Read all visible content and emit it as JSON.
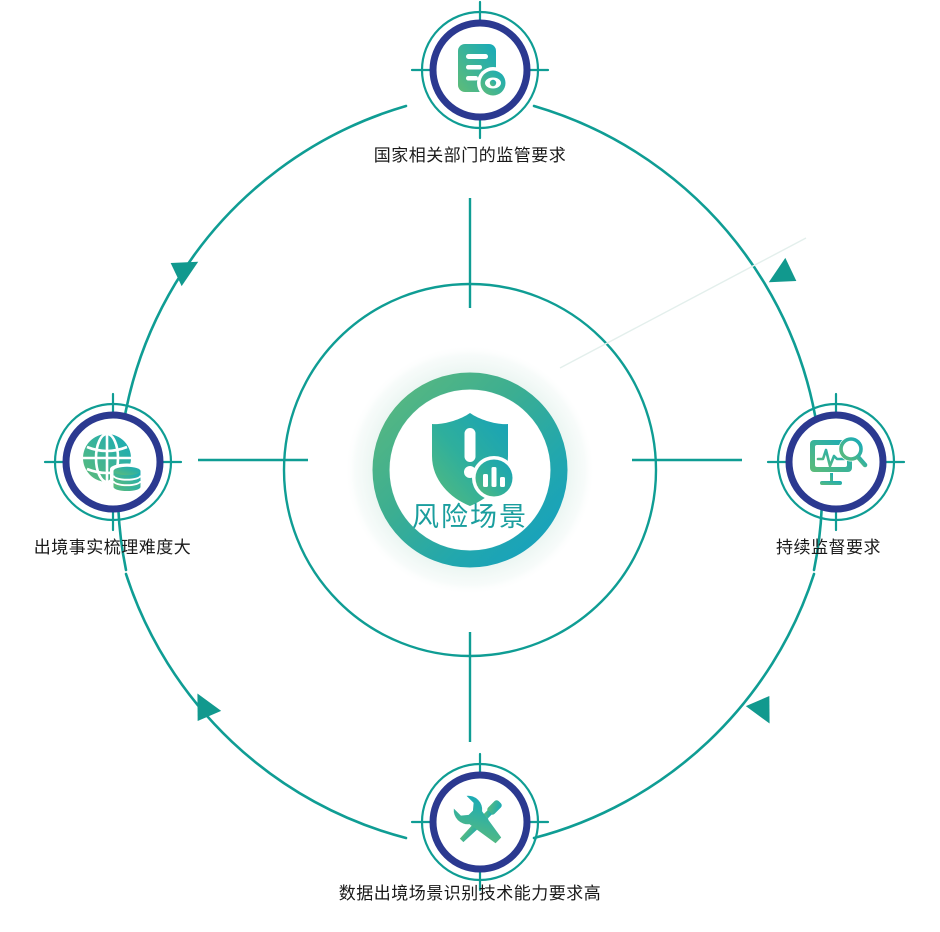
{
  "diagram": {
    "title": "风险场景",
    "type": "cycle-diagram",
    "center": {
      "label": "风险场景",
      "icon": "shield-alert-chart-icon",
      "ring_gradient_start": "#4CAF7E",
      "ring_gradient_end": "#14A3BE",
      "text_color": "#1a9e9e"
    },
    "accent_color": "#0d9488",
    "node_ring_color": "#2b3990",
    "nodes": [
      {
        "position": "top",
        "label": "国家相关部门的监管要求",
        "icon": "document-review-icon"
      },
      {
        "position": "right",
        "label": "持续监督要求",
        "icon": "monitor-search-icon"
      },
      {
        "position": "bottom",
        "label": "数据出境场景识别技术能力要求高",
        "icon": "wrench-screwdriver-icon"
      },
      {
        "position": "left",
        "label": "出境事实梳理难度大",
        "icon": "globe-database-icon"
      }
    ]
  }
}
